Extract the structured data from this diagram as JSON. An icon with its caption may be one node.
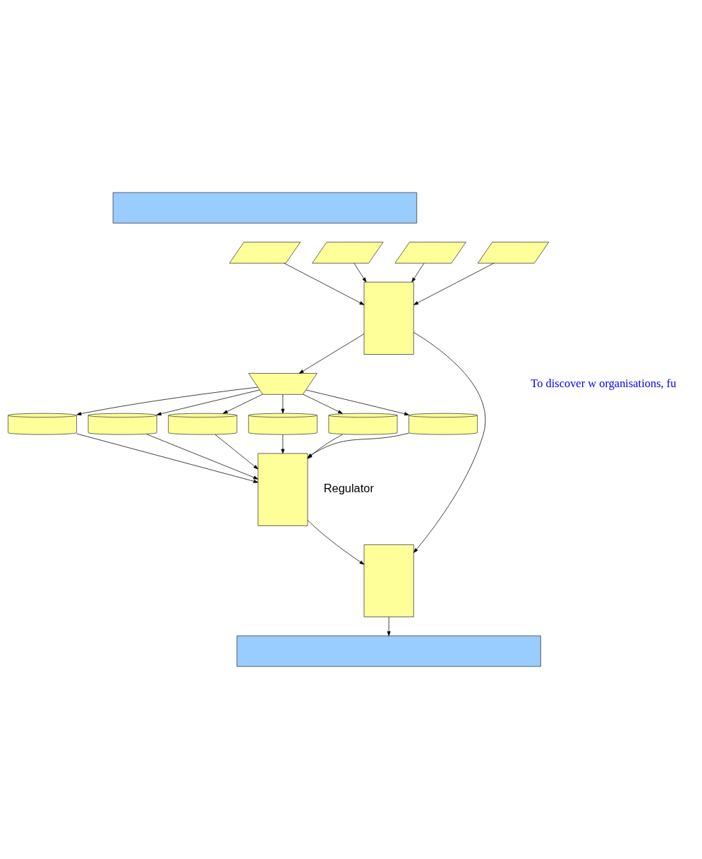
{
  "diagram": {
    "nodes": [
      {
        "text": [],
        "shape": "box"
      },
      {
        "text": [],
        "shape": "parallelogram"
      },
      {
        "text": [],
        "shape": "parallelogram"
      },
      {
        "text": [],
        "shape": "parallelogram"
      },
      {
        "text": [],
        "shape": "parallelogram"
      },
      {
        "text": [],
        "shape": "box"
      },
      {
        "text": [],
        "shape": "trapezoid"
      },
      {
        "text": [],
        "shape": "cylinder"
      },
      {
        "text": [],
        "shape": "cylinder"
      },
      {
        "text": [],
        "shape": "cylinder"
      },
      {
        "text": [],
        "shape": "cylinder"
      },
      {
        "text": [],
        "shape": "cylinder"
      },
      {
        "text": [],
        "shape": "cylinder"
      },
      {
        "text": [],
        "shape": "box"
      },
      {
        "text": [],
        "shape": "box"
      },
      {
        "text": [],
        "shape": "box"
      }
    ],
    "edges": [
      {
        "from": 1,
        "to": 5,
        "arrow": "to"
      },
      {
        "from": 2,
        "to": 5,
        "arrow": "to"
      },
      {
        "from": 3,
        "to": 5,
        "arrow": "to"
      },
      {
        "from": 4,
        "to": 5,
        "arrow": "to"
      },
      {
        "from": 5,
        "to": 6,
        "arrow": "to"
      },
      {
        "from": 6,
        "to": 7,
        "arrow": "to"
      },
      {
        "from": 6,
        "to": 8,
        "arrow": "to"
      },
      {
        "from": 6,
        "to": 9,
        "arrow": "to"
      },
      {
        "from": 6,
        "to": 10,
        "arrow": "to"
      },
      {
        "from": 6,
        "to": 11,
        "arrow": "to"
      },
      {
        "from": 6,
        "to": 12,
        "arrow": "to"
      },
      {
        "from": 7,
        "to": 14,
        "arrow": "to"
      },
      {
        "from": 8,
        "to": 14,
        "arrow": "to"
      },
      {
        "from": 9,
        "to": 14,
        "arrow": "to"
      },
      {
        "from": 10,
        "to": 14,
        "arrow": "to"
      },
      {
        "from": 11,
        "to": 14,
        "arrow": "to"
      },
      {
        "from": 12,
        "to": 14,
        "arrow": "to"
      },
      {
        "from": 5,
        "to": 13,
        "arrow": "to"
      },
      {
        "from": 14,
        "to": 13,
        "arrow": "to"
      },
      {
        "from": 13,
        "to": 15,
        "arrow": "to"
      }
    ],
    "labels": [
      "To discover w organisations, fu",
      "Regulator"
    ]
  }
}
